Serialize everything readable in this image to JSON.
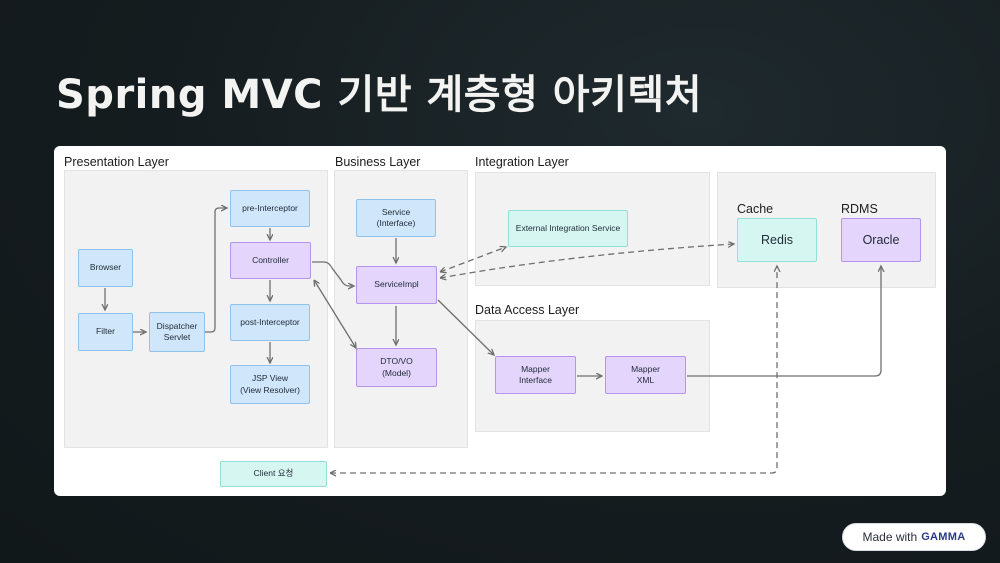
{
  "title": "Spring MVC 기반 계층형 아키텍처",
  "layers": {
    "presentation": "Presentation Layer",
    "business": "Business Layer",
    "integration": "Integration Layer",
    "data_access": "Data Access Layer",
    "cache": "Cache",
    "rdms": "RDMS"
  },
  "nodes": {
    "browser": "Browser",
    "filter": "Filter",
    "dispatcher": "Dispatcher\nServlet",
    "pre_interceptor": "pre-Interceptor",
    "controller": "Controller",
    "post_interceptor": "post-Interceptor",
    "jsp_view": "JSP View\n(View Resolver)",
    "service": "Service\n(Interface)",
    "service_impl": "ServiceImpl",
    "dto_vo": "DTO/VO\n(Model)",
    "external_service": "External  Integration Service",
    "redis": "Redis",
    "oracle": "Oracle",
    "mapper_interface": "Mapper\nInterface",
    "mapper_xml": "Mapper\nXML",
    "client": "Client 요청"
  },
  "badge": {
    "prefix": "Made with",
    "brand": "GAMMA"
  },
  "colors": {
    "blue": "#cfe6fb",
    "purple": "#e3d5fb",
    "cyan": "#d6f6f2",
    "edge": "#6f6f6f"
  }
}
